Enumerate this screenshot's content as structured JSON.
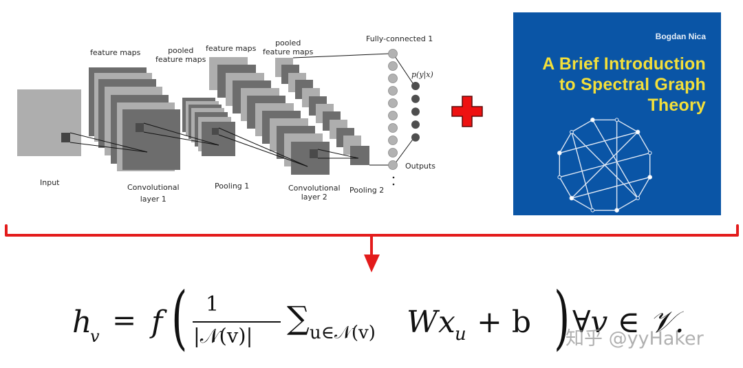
{
  "cnn_diagram": {
    "labels": {
      "input": "Input",
      "feature_maps_1": "feature maps",
      "pooled_feature_maps_1": "pooled\nfeature maps",
      "feature_maps_2": "feature maps",
      "pooled_feature_maps_2": "pooled\nfeature maps",
      "conv_layer_1": "Convolutional\nlayer 1",
      "pooling_1": "Pooling 1",
      "conv_layer_2": "Convolutional\nlayer 2",
      "pooling_2": "Pooling 2",
      "fully_connected_1": "Fully-connected 1",
      "probability": "p(y|x)",
      "outputs": "Outputs"
    },
    "fc_node_count": 10,
    "output_node_count": 5
  },
  "operator": {
    "symbol": "plus",
    "color": "#ee1111"
  },
  "book": {
    "author": "Bogdan Nica",
    "title_lines": [
      "A Brief Introduction",
      "to Spectral Graph",
      "Theory"
    ],
    "cover_color": "#0a55a6",
    "title_color": "#f3df3a"
  },
  "bracket": {
    "color": "#e31b1b"
  },
  "formula": {
    "latex": "h_v = f\\left(\\frac{1}{|\\mathcal{N}(v)|}\\sum_{u\\in\\mathcal{N}(v)} W x_u + b\\right), \\forall v \\in \\mathcal{V}",
    "lhs": "h",
    "lhs_sub": "v",
    "equals": "=",
    "func": "f",
    "numerator": "1",
    "denominator": "|𝒩(v)|",
    "sum": "∑",
    "sum_sub": "u∈𝒩(v)",
    "weight": "W",
    "x": "x",
    "x_sub": "u",
    "plus_b": "+ b",
    "quantifier": "∀v ∈ 𝒱."
  },
  "watermark": "知乎 @yyHaker"
}
